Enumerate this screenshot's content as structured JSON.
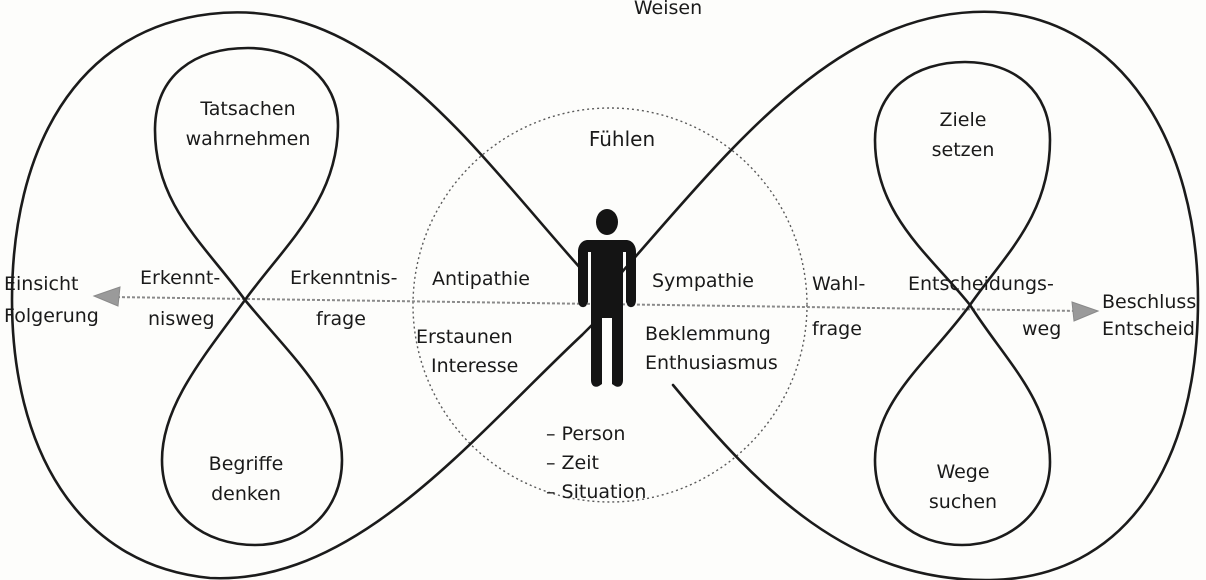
{
  "top_label": "Weisen",
  "center": {
    "heading": "Fühlen",
    "left_upper": "Antipathie",
    "right_upper": "Sympathie",
    "left_lower_1": "Erstaunen",
    "left_lower_2": "Interesse",
    "right_lower_1": "Beklemmung",
    "right_lower_2": "Enthusiasmus",
    "list": [
      "– Person",
      "– Zeit",
      "– Situation"
    ]
  },
  "left": {
    "top_loop_1": "Tatsachen",
    "top_loop_2": "wahrnehmen",
    "bottom_loop_1": "Begriffe",
    "bottom_loop_2": "denken",
    "axis_outer_1": "Erkennt-",
    "axis_outer_2": "nisweg",
    "axis_inner_1": "Erkenntnis-",
    "axis_inner_2": "frage",
    "endpoint_1": "Einsicht",
    "endpoint_2": "Folgerung"
  },
  "right": {
    "top_loop_1": "Ziele",
    "top_loop_2": "setzen",
    "bottom_loop_1": "Wege",
    "bottom_loop_2": "suchen",
    "axis_inner_1": "Wahl-",
    "axis_inner_2": "frage",
    "axis_outer_1": "Entscheidungs-",
    "axis_outer_2": "weg",
    "endpoint_1": "Beschluss",
    "endpoint_2": "Entscheid"
  }
}
